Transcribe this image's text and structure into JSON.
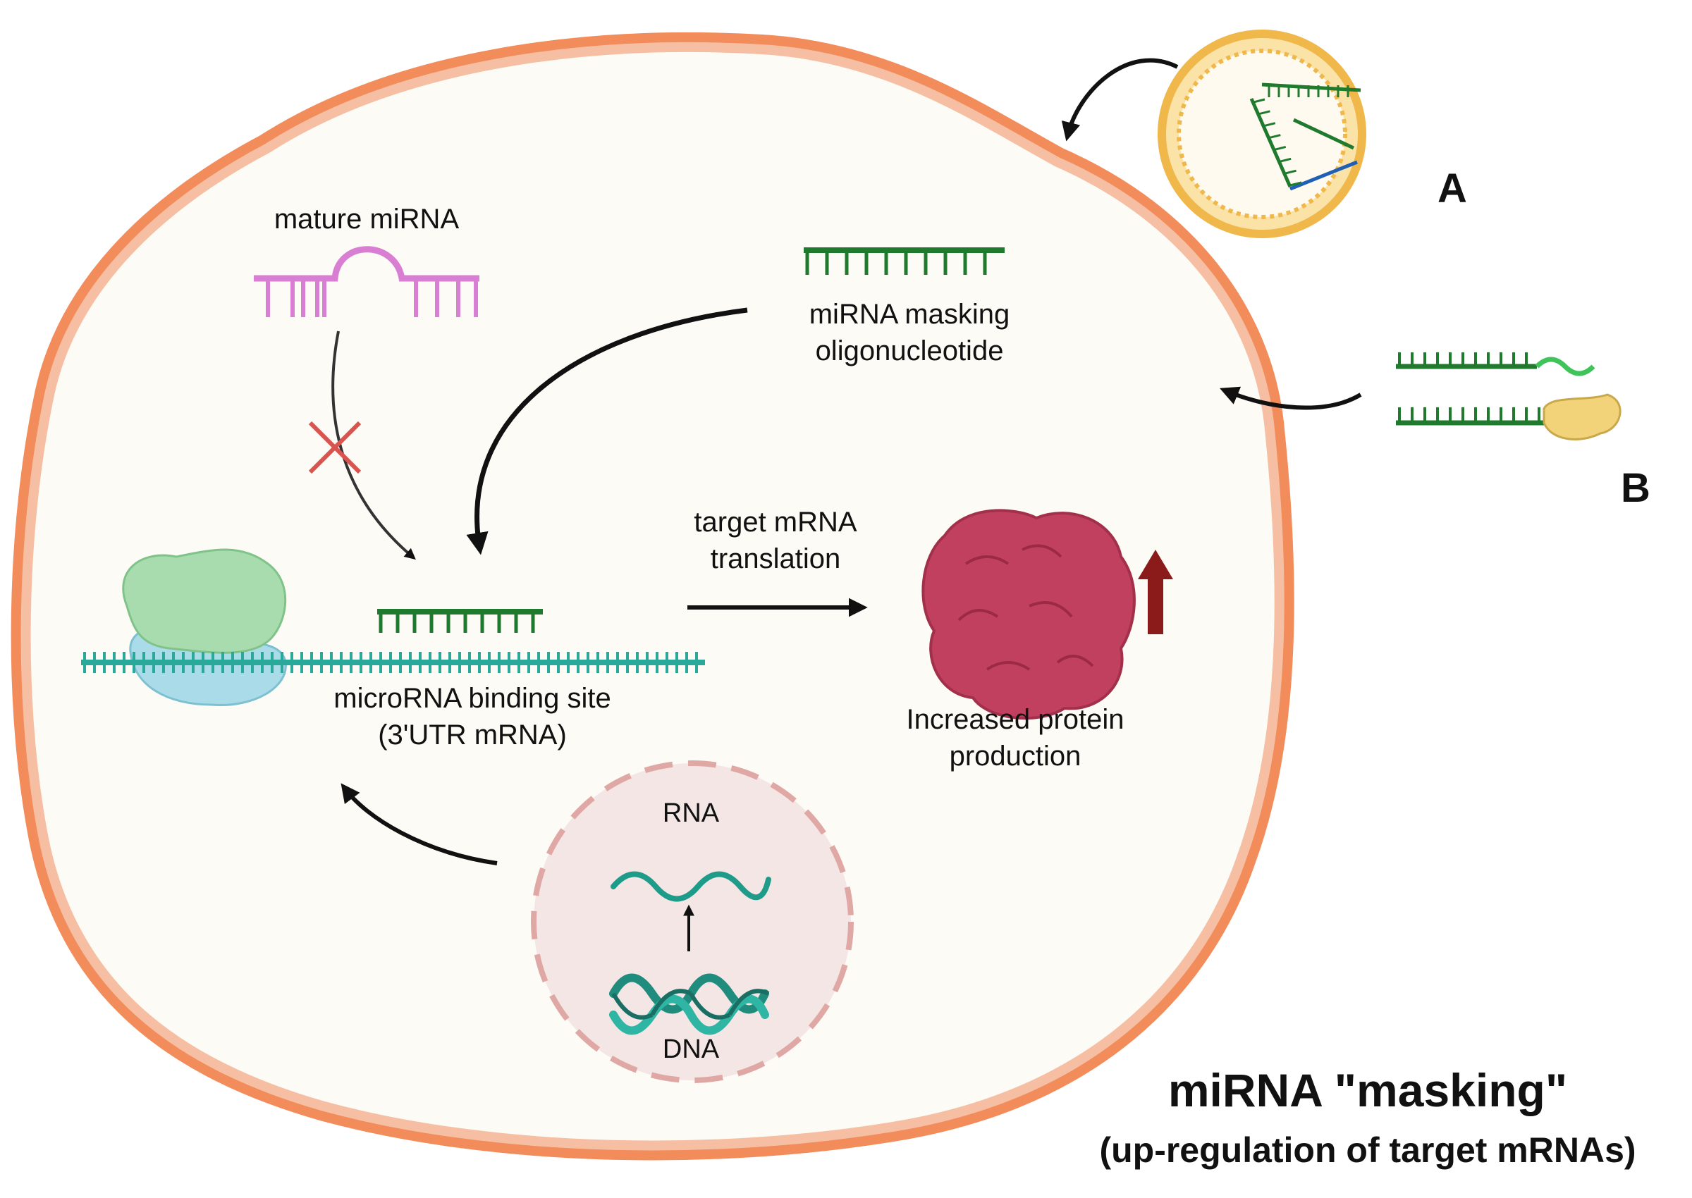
{
  "labels": {
    "mature_mirna": "mature miRNA",
    "masking_oligo": [
      "miRNA masking",
      "oligonucleotide"
    ],
    "translation": [
      "target mRNA",
      "translation"
    ],
    "binding_site": [
      "microRNA binding site",
      "(3'UTR mRNA)"
    ],
    "protein": [
      "Increased protein",
      "production"
    ],
    "rna": "RNA",
    "dna": "DNA",
    "panel_a": "A",
    "panel_b": "B"
  },
  "title": "miRNA \"masking\"",
  "subtitle": "(up-regulation of target mRNAs)",
  "colors": {
    "membrane": "#f28c5a",
    "cytoplasm": "#fdfbf5",
    "oligo_green": "#1f7a2e",
    "mirna_pink": "#d97fd3",
    "mrna_teal": "#2aa89a",
    "protein": "#c2405f",
    "up_arrow": "#8b1a1a",
    "nucleus": "#f3e6e4"
  }
}
